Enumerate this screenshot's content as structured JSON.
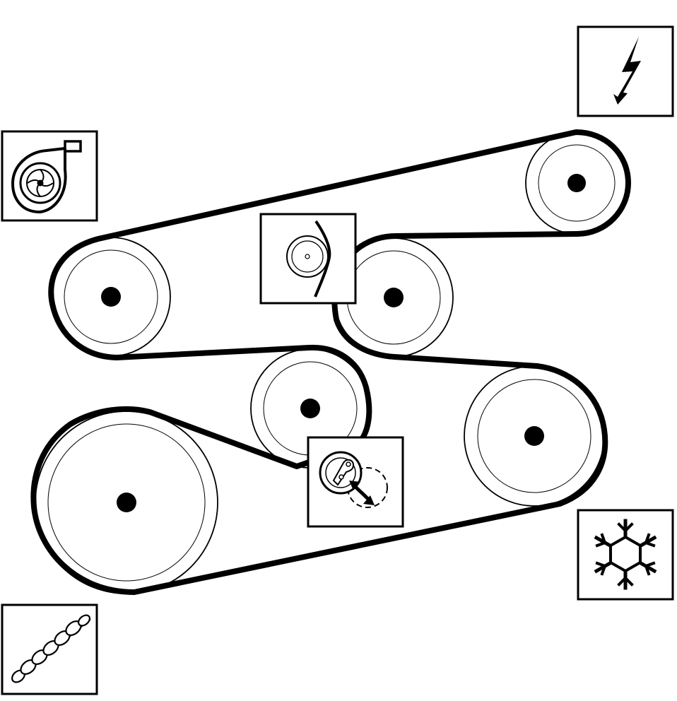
{
  "colors": {
    "background": "#ffffff",
    "ink": "#000000",
    "pulley_fill": "#ffffff"
  },
  "pulleys": [
    {
      "role": "alternator"
    },
    {
      "role": "water-pump"
    },
    {
      "role": "idler"
    },
    {
      "role": "idler"
    },
    {
      "role": "air-conditioning-compressor"
    },
    {
      "role": "crankshaft"
    }
  ],
  "tensioner": {
    "role": "belt-tensioner"
  },
  "legend_icons": [
    {
      "name": "alternator-lightning-icon"
    },
    {
      "name": "water-pump-icon"
    },
    {
      "name": "idler-pulley-icon"
    },
    {
      "name": "tensioner-icon"
    },
    {
      "name": "ac-snowflake-icon"
    },
    {
      "name": "crankshaft-icon"
    }
  ]
}
